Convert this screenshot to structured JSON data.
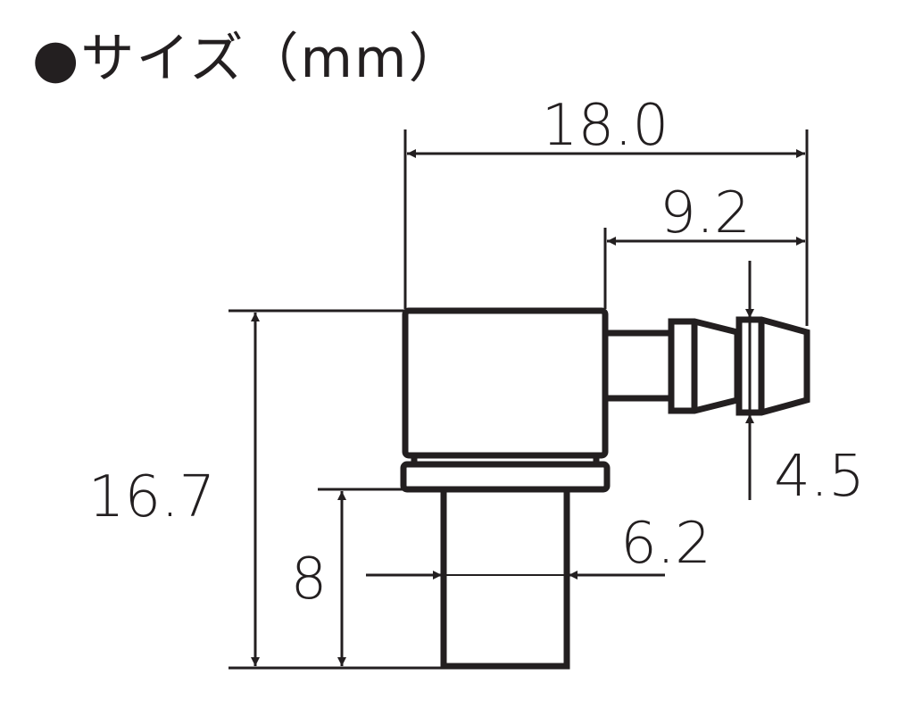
{
  "title": "●サイズ（mm）",
  "colors": {
    "ink": "#231f20",
    "background": "#ffffff"
  },
  "dimensions": {
    "overall_width": "18.0",
    "barb_length": "9.2",
    "barb_diameter": "4.5",
    "total_height": "16.7",
    "stem_height": "8",
    "stem_diameter": "6.2"
  }
}
